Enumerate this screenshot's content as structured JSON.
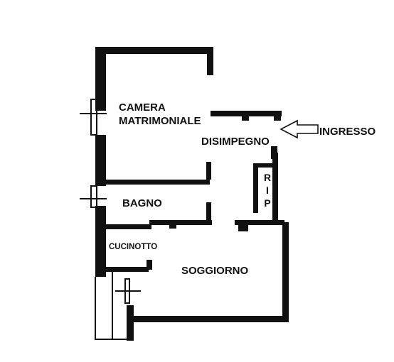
{
  "rooms": {
    "camera_line1": "CAMERA",
    "camera_line2": "MATRIMONIALE",
    "disimpegno": "DISIMPEGNO",
    "bagno": "BAGNO",
    "cucinotto": "CUCINOTTO",
    "soggiorno": "SOGGIORNO",
    "rip_letters": [
      "R",
      "I",
      "P"
    ]
  },
  "entrance": {
    "label": "INGRESSO",
    "arrow_icon": "arrow-left-outline-icon"
  },
  "colors": {
    "wall": "#111111",
    "background": "#ffffff"
  }
}
